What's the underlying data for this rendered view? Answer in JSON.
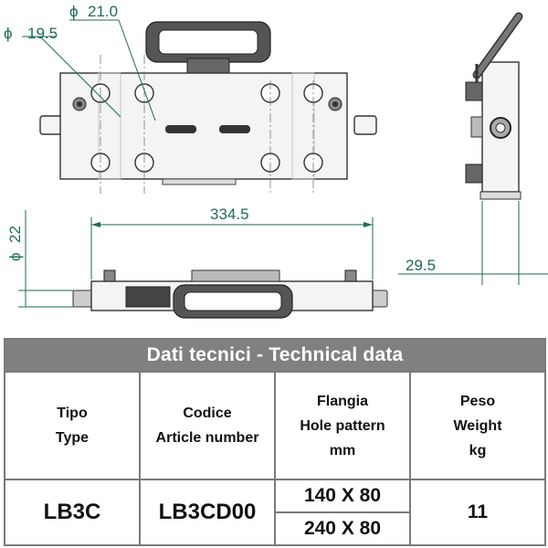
{
  "drawing": {
    "dim_hole_small": "19.5",
    "dim_hole_large": "21.0",
    "dim_length": "334.5",
    "dim_shaft": "22",
    "dim_depth": "29.5",
    "diameter_symbol": "ϕ"
  },
  "table": {
    "title": "Dati tecnici - Technical data",
    "headers": [
      {
        "it": "Tipo",
        "en": "Type",
        "unit": ""
      },
      {
        "it": "Codice",
        "en": "Article number",
        "unit": ""
      },
      {
        "it": "Flangia",
        "en": "Hole pattern",
        "unit": "mm"
      },
      {
        "it": "Peso",
        "en": "Weight",
        "unit": "kg"
      }
    ],
    "row": {
      "type": "LB3C",
      "article": "LB3CD00",
      "hole_patterns": [
        "140 X 80",
        "240 X 80"
      ],
      "weight": "11"
    }
  }
}
